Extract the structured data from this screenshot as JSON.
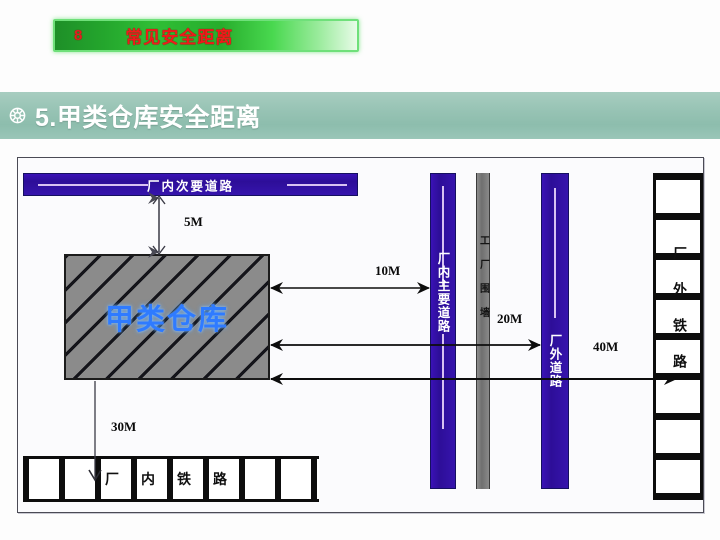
{
  "banner": {
    "number": "8",
    "title": "常见安全距离"
  },
  "section": {
    "icon": "gear-icon",
    "title": "5.甲类仓库安全距离"
  },
  "diagram": {
    "warehouse_label": "甲类仓库",
    "roads": {
      "secondary_internal": "厂内次要道路",
      "main_internal": "厂内主要道路",
      "external": "厂外道路"
    },
    "wall_label": "工厂围墙",
    "railways": {
      "internal": "厂内铁路",
      "external": "厂外铁路"
    },
    "dimensions": {
      "to_secondary_road": "5M",
      "to_main_road": "10M",
      "to_external_road": "20M",
      "to_internal_railway": "30M",
      "to_external_railway": "40M"
    },
    "colors": {
      "road": "#2d0e98",
      "warehouse_fill": "#8b8b8b",
      "warehouse_text": "#2f7bff",
      "wall": "#6f6f6f",
      "rail": "#0d0d0d"
    }
  }
}
